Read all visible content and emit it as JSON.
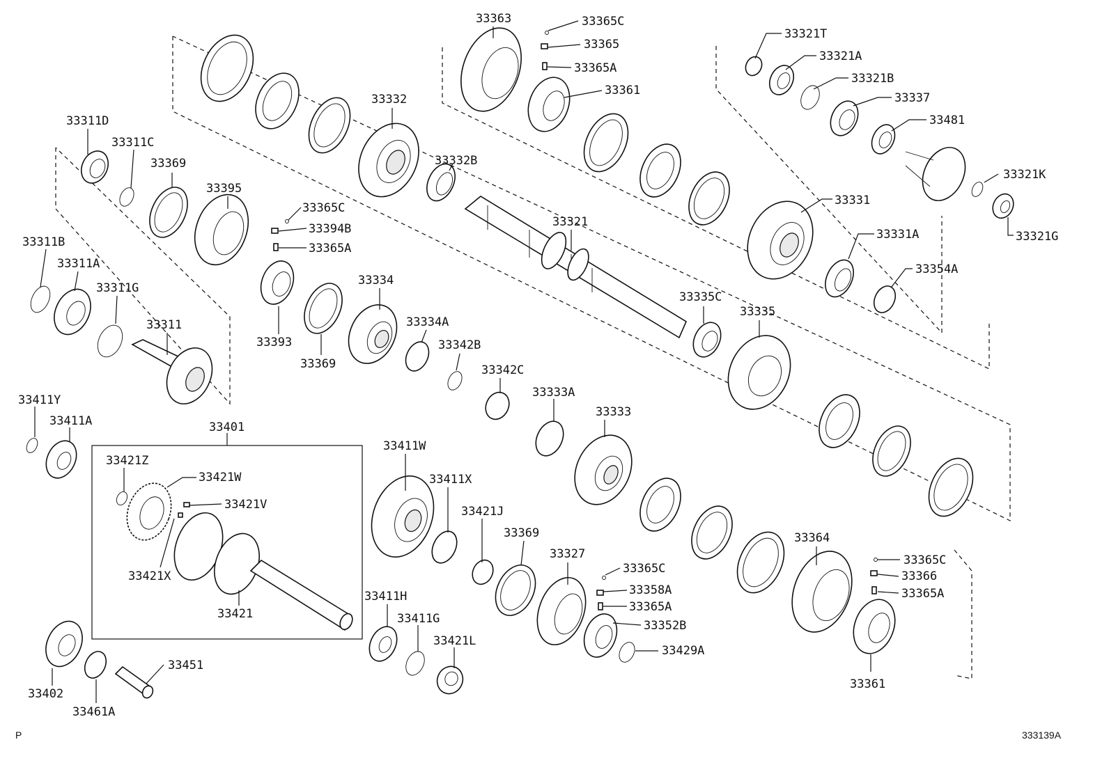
{
  "diagram": {
    "part_labels": [
      "33363",
      "33365C",
      "33365",
      "33365A",
      "33361",
      "33321T",
      "33321A",
      "33321B",
      "33337",
      "33481",
      "33332",
      "33332B",
      "33321",
      "33321K",
      "33321G",
      "33331",
      "33331A",
      "33354A",
      "33311D",
      "33311C",
      "33369",
      "33395",
      "33365C",
      "33394B",
      "33365A",
      "33311B",
      "33311A",
      "33311G",
      "33311",
      "33393",
      "33369",
      "33334",
      "33334A",
      "33342B",
      "33335C",
      "33335",
      "33342C",
      "33333A",
      "33333",
      "33411Y",
      "33411A",
      "33401",
      "33421Z",
      "33421W",
      "33421V",
      "33421X",
      "33421",
      "33411W",
      "33411X",
      "33421J",
      "33369",
      "33327",
      "33365C",
      "33358A",
      "33365A",
      "33352B",
      "33429A",
      "33364",
      "33365C",
      "33366",
      "33365A",
      "33361",
      "33411H",
      "33411G",
      "33421L",
      "33402",
      "33451",
      "33461A"
    ],
    "footer_left": "P",
    "footer_right": "333139A"
  }
}
